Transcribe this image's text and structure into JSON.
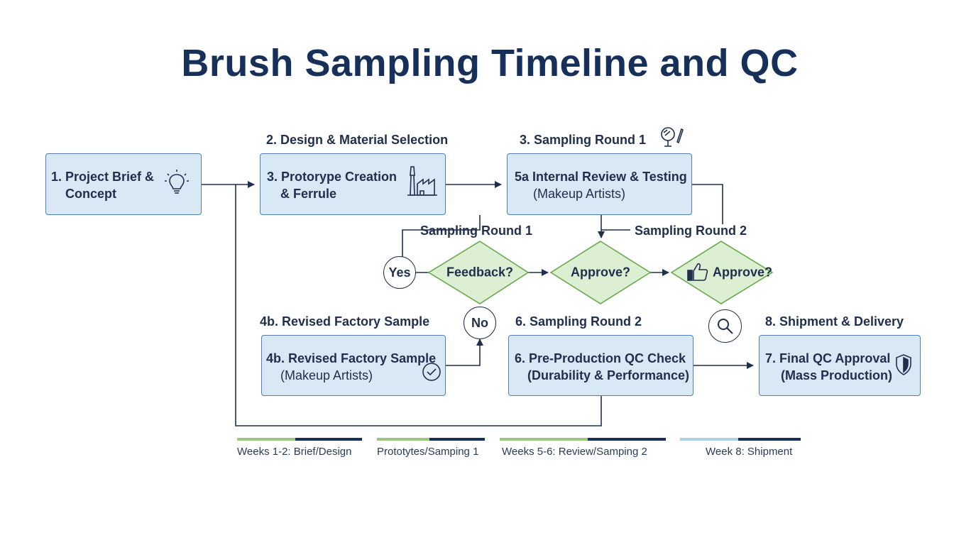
{
  "title": "Brush Sampling Timeline and QC",
  "section_labels": {
    "design": "2. Design & Material Selection",
    "round1": "3. Sampling Round 1",
    "revised": "4b. Revised Factory Sample",
    "round2": "6. Sampling Round 2",
    "shipment": "8. Shipment & Delivery"
  },
  "boxes": {
    "brief": {
      "line1": "1. Project Brief &",
      "line2": "Concept"
    },
    "prototype": {
      "line1": "3. Protorype Creation",
      "line2": "& Ferrule"
    },
    "internal": {
      "line1": "5a Internal Review & Testing",
      "line2": "(Makeup Artists)"
    },
    "revised": {
      "line1": "4b. Revised Factory Sample",
      "line2": "(Makeup Artists)"
    },
    "preprod": {
      "line1": "6. Pre-Production QC Check",
      "line2": "(Durability & Performance)"
    },
    "final": {
      "line1": "7. Final QC Approval",
      "line2": "(Mass Production)"
    }
  },
  "round_labels": {
    "round1": "Sampling Round 1",
    "round2": "Sampling Round 2"
  },
  "decisions": {
    "yes": "Yes",
    "no": "No",
    "feedback": "Feedback?",
    "approve1": "Approve?",
    "approve2": "Approve?"
  },
  "legend": [
    {
      "label": "Weeks 1-2: Brief/Design",
      "color_a": "#9cc97e",
      "color_b": "#17305a"
    },
    {
      "label": "Prototytes/Samping 1",
      "color_a": "#9cc97e",
      "color_b": "#17305a"
    },
    {
      "label": "Weeks 5-6: Review/Samping 2",
      "color_a": "#9cc97e",
      "color_b": "#17305a"
    },
    {
      "label": "Week 8: Shipment",
      "color_a": "#a9d0e8",
      "color_b": "#17305a"
    }
  ],
  "colors": {
    "box_fill": "#d9e8f5",
    "box_border": "#4f7fb0",
    "diamond_fill": "#dcefd2",
    "diamond_border": "#6aa84f",
    "line": "#1f2f4d",
    "title": "#17305a"
  },
  "icons": [
    "lightbulb-icon",
    "brush-factory-icon",
    "mirror-brush-icon",
    "thumbs-up-icon",
    "magnifier-icon",
    "check-circle-icon",
    "shield-icon"
  ]
}
